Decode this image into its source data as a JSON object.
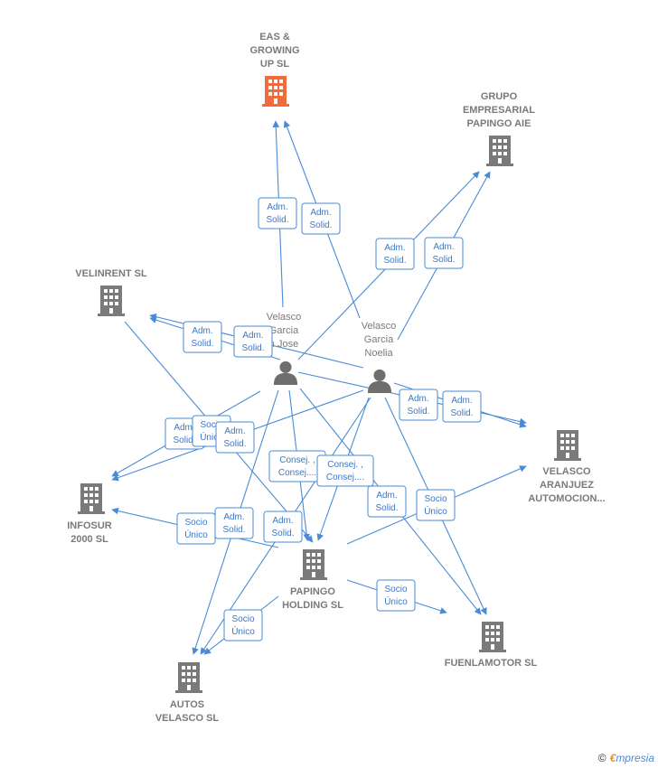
{
  "colors": {
    "edge": "#4a8bd6",
    "company": "#7a7a7a",
    "company_highlight": "#f26b3a",
    "person": "#6e6e6e"
  },
  "companies": [
    {
      "id": "eas",
      "lines": [
        "EAS &",
        "GROWING",
        "UP  SL"
      ],
      "icon": "building-icon",
      "highlight": true
    },
    {
      "id": "papingo_aie",
      "lines": [
        "GRUPO",
        "EMPRESARIAL",
        "PAPINGO AIE"
      ],
      "icon": "building-icon"
    },
    {
      "id": "velinrent",
      "lines": [
        "VELINRENT  SL"
      ],
      "icon": "building-icon"
    },
    {
      "id": "velasco_aranjuez",
      "lines": [
        "VELASCO",
        "ARANJUEZ",
        "AUTOMOCION..."
      ],
      "icon": "building-icon"
    },
    {
      "id": "infosur",
      "lines": [
        "INFOSUR",
        "2000 SL"
      ],
      "icon": "building-icon"
    },
    {
      "id": "papingo_holding",
      "lines": [
        "PAPINGO",
        "HOLDING  SL"
      ],
      "icon": "building-icon"
    },
    {
      "id": "fuenlamotor",
      "lines": [
        "FUENLAMOTOR SL"
      ],
      "icon": "building-icon"
    },
    {
      "id": "autos_velasco",
      "lines": [
        "AUTOS",
        "VELASCO SL"
      ],
      "icon": "building-icon"
    }
  ],
  "persons": [
    {
      "id": "jose",
      "lines": [
        "Velasco",
        "Garcia",
        "n Jose"
      ],
      "icon": "person-icon"
    },
    {
      "id": "noelia",
      "lines": [
        "Velasco",
        "Garcia",
        "Noelia"
      ],
      "icon": "person-icon"
    }
  ],
  "relations": [
    {
      "id": "r1",
      "lines": [
        "Adm.",
        "Solid."
      ]
    },
    {
      "id": "r2",
      "lines": [
        "Adm.",
        "Solid."
      ]
    },
    {
      "id": "r3",
      "lines": [
        "Adm.",
        "Solid."
      ]
    },
    {
      "id": "r4",
      "lines": [
        "Adm.",
        "Solid."
      ]
    },
    {
      "id": "r5",
      "lines": [
        "Adm.",
        "Solid."
      ]
    },
    {
      "id": "r6",
      "lines": [
        "Adm.",
        "Solid."
      ]
    },
    {
      "id": "r7",
      "lines": [
        "Adm.",
        "Solid."
      ]
    },
    {
      "id": "r8",
      "lines": [
        "Adm.",
        "Solid."
      ]
    },
    {
      "id": "r9",
      "lines": [
        "Adm.",
        "Solid."
      ]
    },
    {
      "id": "r10",
      "lines": [
        "Socio",
        "Único"
      ]
    },
    {
      "id": "r11",
      "lines": [
        "Adm.",
        "Solid."
      ]
    },
    {
      "id": "r12",
      "lines": [
        "Consej. ,",
        "Consej...."
      ]
    },
    {
      "id": "r13",
      "lines": [
        "Consej. ,",
        "Consej...."
      ]
    },
    {
      "id": "r14",
      "lines": [
        "Adm.",
        "Solid."
      ]
    },
    {
      "id": "r15",
      "lines": [
        "Socio",
        "Único"
      ]
    },
    {
      "id": "r16",
      "lines": [
        "Socio",
        "Único"
      ]
    },
    {
      "id": "r17",
      "lines": [
        "Adm.",
        "Solid."
      ]
    },
    {
      "id": "r18",
      "lines": [
        "Adm.",
        "Solid."
      ]
    },
    {
      "id": "r19",
      "lines": [
        "Socio",
        "Único"
      ]
    },
    {
      "id": "r20",
      "lines": [
        "Socio",
        "Único"
      ]
    }
  ],
  "footer": {
    "copyright": "©",
    "brand_initial": "€",
    "brand_rest": "mpresia"
  }
}
